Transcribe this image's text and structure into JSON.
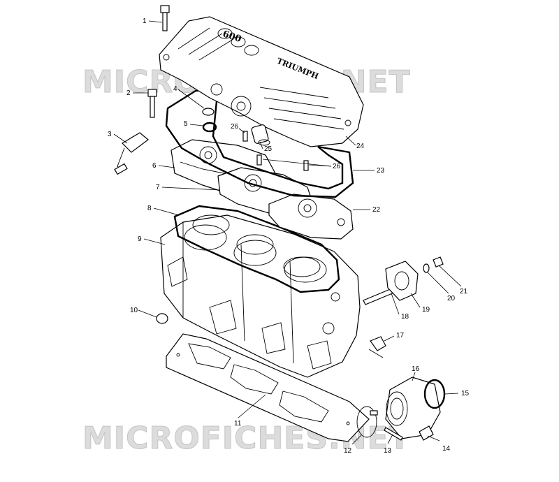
{
  "watermark": {
    "text": "MICROFICHES.NET"
  },
  "cover": {
    "badge": "600",
    "brand": "TRIUMPH"
  },
  "callouts": [
    {
      "id": "c1",
      "label": "1"
    },
    {
      "id": "c2",
      "label": "2"
    },
    {
      "id": "c3",
      "label": "3"
    },
    {
      "id": "c4",
      "label": "4"
    },
    {
      "id": "c5",
      "label": "5"
    },
    {
      "id": "c6",
      "label": "6"
    },
    {
      "id": "c7",
      "label": "7"
    },
    {
      "id": "c8",
      "label": "8"
    },
    {
      "id": "c9",
      "label": "9"
    },
    {
      "id": "c10",
      "label": "10"
    },
    {
      "id": "c11",
      "label": "11"
    },
    {
      "id": "c12",
      "label": "12"
    },
    {
      "id": "c13",
      "label": "13"
    },
    {
      "id": "c14",
      "label": "14"
    },
    {
      "id": "c15",
      "label": "15"
    },
    {
      "id": "c16",
      "label": "16"
    },
    {
      "id": "c17",
      "label": "17"
    },
    {
      "id": "c18",
      "label": "18"
    },
    {
      "id": "c19",
      "label": "19"
    },
    {
      "id": "c20",
      "label": "20"
    },
    {
      "id": "c21",
      "label": "21"
    },
    {
      "id": "c22",
      "label": "22"
    },
    {
      "id": "c23",
      "label": "23"
    },
    {
      "id": "c24",
      "label": "24"
    },
    {
      "id": "c25",
      "label": "25"
    },
    {
      "id": "c26a",
      "label": "26"
    },
    {
      "id": "c26b",
      "label": "26"
    }
  ]
}
